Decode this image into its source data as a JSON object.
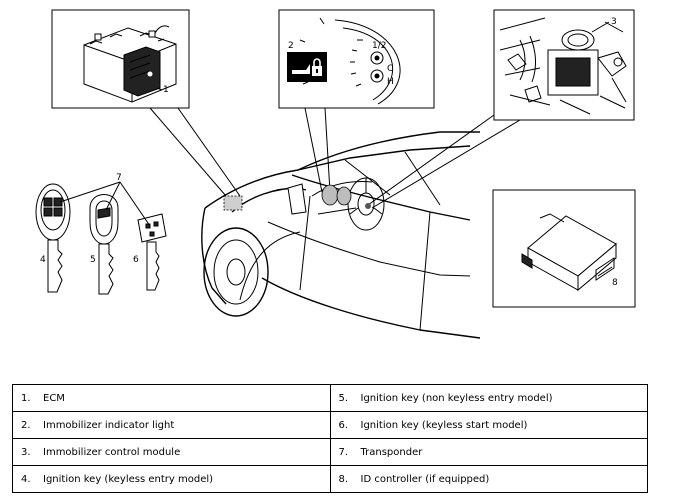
{
  "callouts": {
    "ecm": "1",
    "indicator_light": "2",
    "control_module": "3",
    "key_keyless_entry": "4",
    "key_non_keyless": "5",
    "key_keyless_start": "6",
    "transponder": "7",
    "id_controller": "8"
  },
  "legend": {
    "rows": [
      {
        "left_num": "1.",
        "left_text": "ECM",
        "right_num": "5.",
        "right_text": "Ignition key (non keyless entry model)"
      },
      {
        "left_num": "2.",
        "left_text": "Immobilizer indicator light",
        "right_num": "6.",
        "right_text": "Ignition key (keyless start model)"
      },
      {
        "left_num": "3.",
        "left_text": "Immobilizer control module",
        "right_num": "7.",
        "right_text": "Transponder"
      },
      {
        "left_num": "4.",
        "left_text": "Ignition key (keyless entry model)",
        "right_num": "8.",
        "right_text": "ID controller (if equipped)"
      }
    ]
  }
}
